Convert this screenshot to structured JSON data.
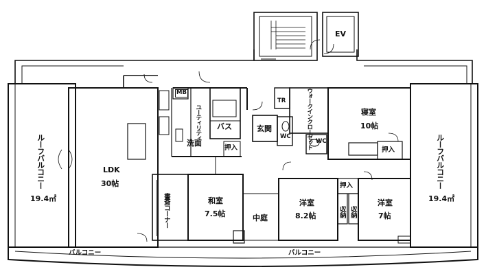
{
  "rooms": {
    "ev": "EV",
    "mb": "MB",
    "utility": "ユーティリティ",
    "bath": "バス",
    "tr": "TR",
    "walkin": "ウォークインクローゼット",
    "bedroom_name": "寝室",
    "bedroom_size": "10帖",
    "roof_balcony_left_name": "ルーフバルコニー",
    "roof_balcony_left_size": "19.4㎡",
    "roof_balcony_right_name": "ルーフバルコニー",
    "roof_balcony_right_size": "19.4㎡",
    "ldk_name": "LDK",
    "ldk_size": "30帖",
    "senmen": "洗面",
    "genkan": "玄関",
    "wc1": "WC",
    "wc2": "WC",
    "oshiire1": "押入",
    "oshiire2": "押入",
    "oshiire3": "押入",
    "shosai": "書斎コーナー",
    "washitsu_name": "和室",
    "washitsu_size": "7.5帖",
    "nakaniwa": "中庭",
    "youshitsu1_name": "洋室",
    "youshitsu1_size": "8.2帖",
    "shuno1": "収納",
    "shuno2": "収納",
    "youshitsu2_name": "洋室",
    "youshitsu2_size": "7帖",
    "balcony_left": "バルコニー",
    "balcony_right": "バルコニー"
  }
}
